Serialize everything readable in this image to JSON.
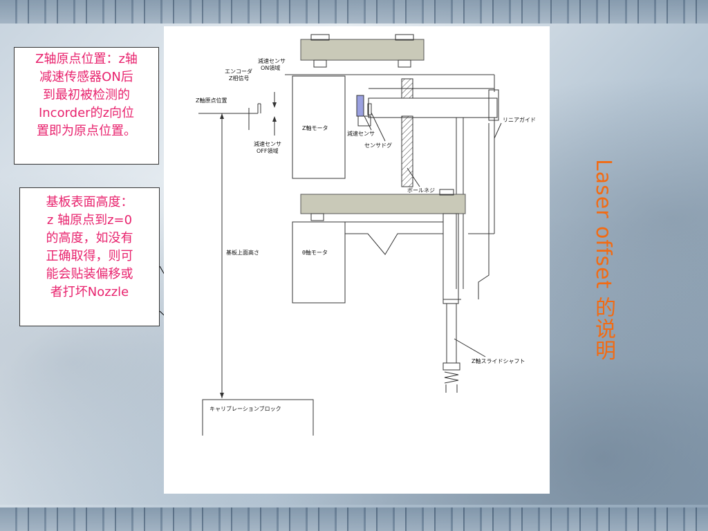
{
  "slide": {
    "title": "Laser offset 的说明"
  },
  "notes": {
    "home_position": [
      "Z轴原点位置：z轴",
      "减速传感器ON后",
      "到最初被检测的",
      "Incorder的z向位",
      "置即为原点位置。"
    ],
    "board_height": [
      "基板表面高度：",
      "z 轴原点到z=0",
      "的高度，如没有",
      "正确取得，则可",
      "能会贴装偏移或",
      "者打坏Nozzle"
    ]
  },
  "diagram": {
    "labels": {
      "decel_on": [
        "減速センサ",
        "ON領域"
      ],
      "encoder": [
        "エンコーダ",
        "Z相信号"
      ],
      "z_home": "Z軸原点位置",
      "z_motor": "Z軸モータ",
      "decel_sensor": "減速センサ",
      "sensor_dog": "センサドグ",
      "decel_off": [
        "減速センサ",
        "OFF領域"
      ],
      "linear_guide": "リニアガイド",
      "ball_screw": "ボールネジ",
      "board_height": "基板上面高さ",
      "theta_motor": "θ軸モータ",
      "z_slide_shaft": "Z軸スライドシャフト",
      "calibration_block": "キャリブレーションブロック"
    }
  }
}
